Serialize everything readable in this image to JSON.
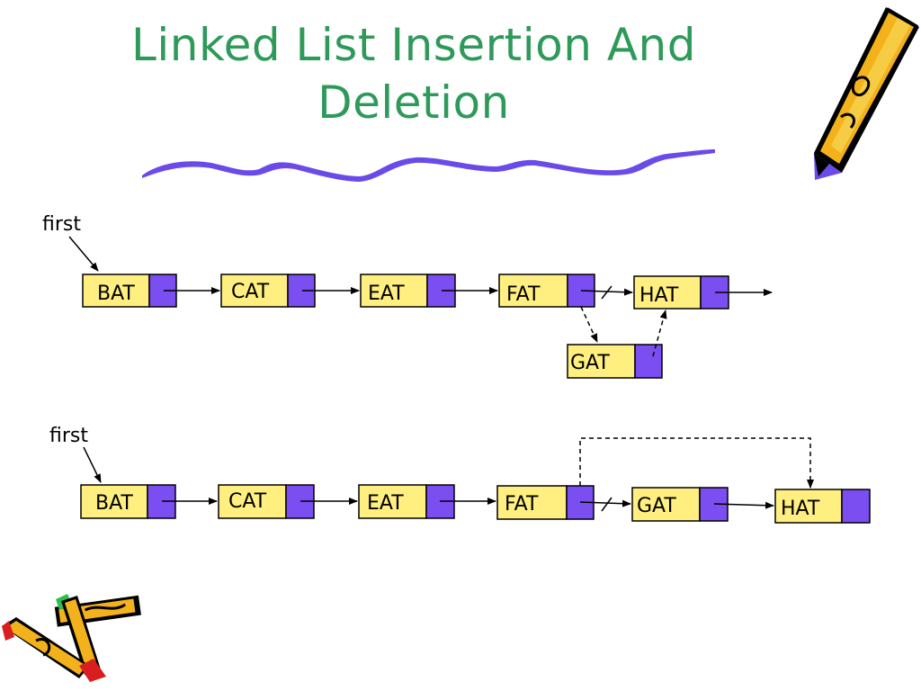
{
  "slide": {
    "title_line1": "Linked List Insertion And",
    "title_line2": "Deletion"
  },
  "colors": {
    "title": "#2e9a5a",
    "node_data": "#ffef80",
    "node_link": "#7a4ef0",
    "squiggle": "#6a4ae8",
    "pencil_body": "#f3b21b",
    "pencil_tip": "#6a4ae8"
  },
  "insertion_list": {
    "first_label": "first",
    "nodes": [
      "BAT",
      "CAT",
      "EAT",
      "FAT",
      "HAT"
    ],
    "inserted_node": "GAT"
  },
  "deletion_list": {
    "first_label": "first",
    "nodes": [
      "BAT",
      "CAT",
      "EAT",
      "FAT",
      "GAT",
      "HAT"
    ]
  },
  "decorations": {
    "top_right": "pencil-icon",
    "bottom_left": "pencils-icon"
  }
}
